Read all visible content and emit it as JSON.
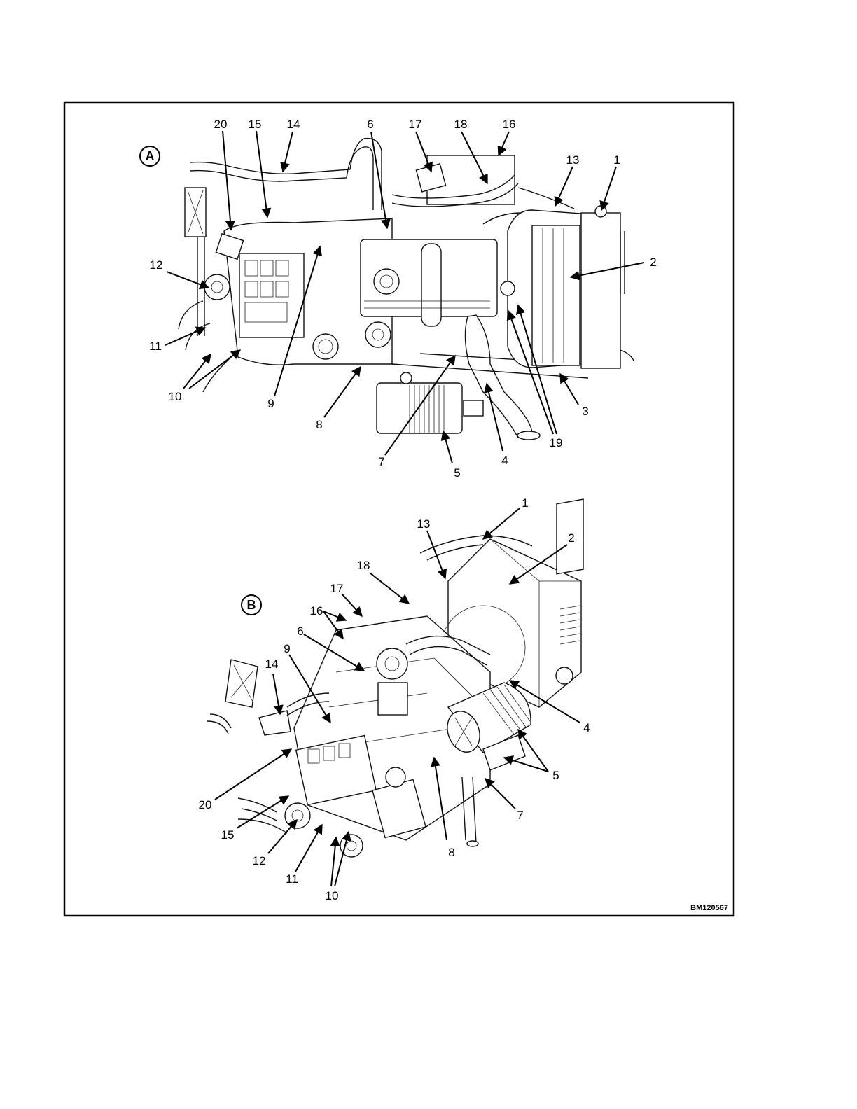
{
  "figure": {
    "id": "BM120567",
    "views": [
      {
        "letter": "A",
        "callouts": [
          "20",
          "15",
          "14",
          "6",
          "17",
          "18",
          "16",
          "13",
          "1",
          "2",
          "12",
          "11",
          "10",
          "9",
          "8",
          "7",
          "5",
          "4",
          "19",
          "3"
        ]
      },
      {
        "letter": "B",
        "callouts": [
          "1",
          "13",
          "2",
          "18",
          "17",
          "16",
          "6",
          "9",
          "14",
          "4",
          "5",
          "7",
          "8",
          "20",
          "15",
          "12",
          "11",
          "10"
        ]
      }
    ]
  }
}
